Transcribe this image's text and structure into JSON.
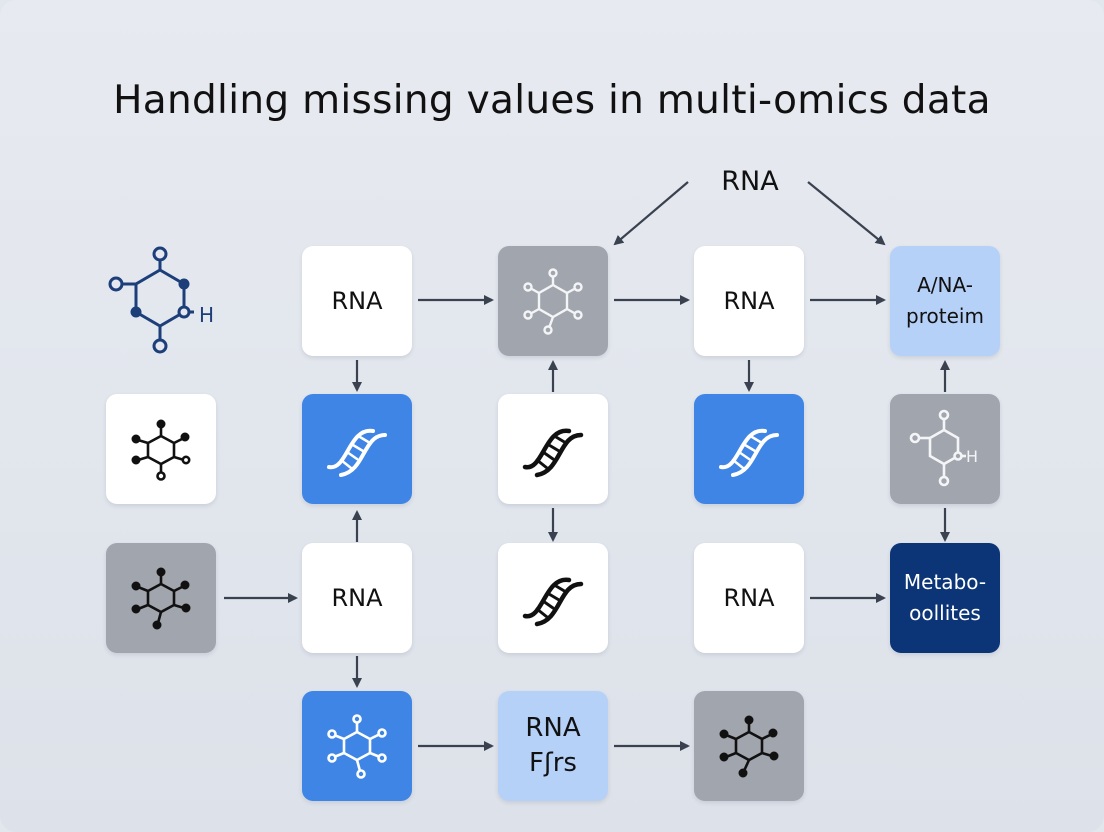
{
  "title": "Handling missing values in multi-omics data",
  "top_label": "RNA",
  "nodes": {
    "r1c2": {
      "text": "RNA",
      "style": "white"
    },
    "r1c3": {
      "icon": "molecule-icon",
      "style": "gray"
    },
    "r1c4": {
      "text": "RNA",
      "style": "white"
    },
    "r1c5": {
      "line1": "A/NA-",
      "line2": "proteim",
      "style": "light"
    },
    "r2c1": {
      "icon": "molecule-icon",
      "style": "white"
    },
    "r2c2": {
      "icon": "dna-icon",
      "style": "blue"
    },
    "r2c3": {
      "icon": "dna-icon",
      "style": "white"
    },
    "r2c4": {
      "icon": "dna-icon",
      "style": "blue"
    },
    "r2c5": {
      "icon": "molecule-h-icon",
      "style": "gray",
      "glyph": "H"
    },
    "r3c1": {
      "icon": "molecule-icon",
      "style": "gray"
    },
    "r3c2": {
      "text": "RNA",
      "style": "white"
    },
    "r3c3": {
      "icon": "dna-icon",
      "style": "white"
    },
    "r3c4": {
      "text": "RNA",
      "style": "white"
    },
    "r3c5": {
      "line1": "Metabo-",
      "line2": "oollites",
      "style": "navy"
    },
    "r4c2": {
      "icon": "molecule-icon",
      "style": "blue"
    },
    "r4c3": {
      "line1": "RNA",
      "line2": "Fʃrs",
      "style": "light"
    },
    "r4c4": {
      "icon": "molecule-icon",
      "style": "gray"
    }
  },
  "standalone_icon": {
    "icon": "molecule-h-icon",
    "glyph": "H",
    "color": "#1c3f7a"
  },
  "colors": {
    "white": "#ffffff",
    "gray": "#a1a5ad",
    "blue": "#3f85e6",
    "light": "#b6d1f8",
    "navy": "#0b3577",
    "arrow": "#3a4250"
  }
}
